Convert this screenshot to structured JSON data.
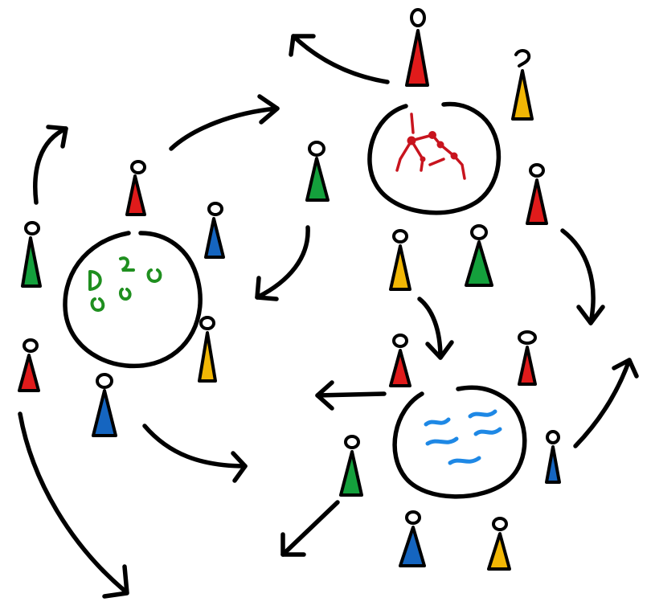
{
  "palette": {
    "ink": "#000000",
    "red": "#e01b1b",
    "yellow": "#f2b705",
    "green": "#14a03c",
    "blue": "#1565c0",
    "cluster_green_glyph": "#1f8f1f",
    "cluster_red_glyph": "#c8141e",
    "cluster_blue_glyph": "#1e88e5",
    "background": "#ffffff"
  },
  "clusters": [
    {
      "id": "left",
      "glyph": "green-glyphs",
      "member_colors": [
        "red",
        "blue",
        "green",
        "red",
        "blue",
        "yellow"
      ]
    },
    {
      "id": "top-right",
      "glyph": "red-network",
      "member_colors": [
        "red",
        "yellow",
        "red",
        "yellow",
        "green",
        "green"
      ]
    },
    {
      "id": "bottom-right",
      "glyph": "blue-waves",
      "member_colors": [
        "red",
        "red",
        "green",
        "blue",
        "blue",
        "yellow"
      ]
    }
  ]
}
